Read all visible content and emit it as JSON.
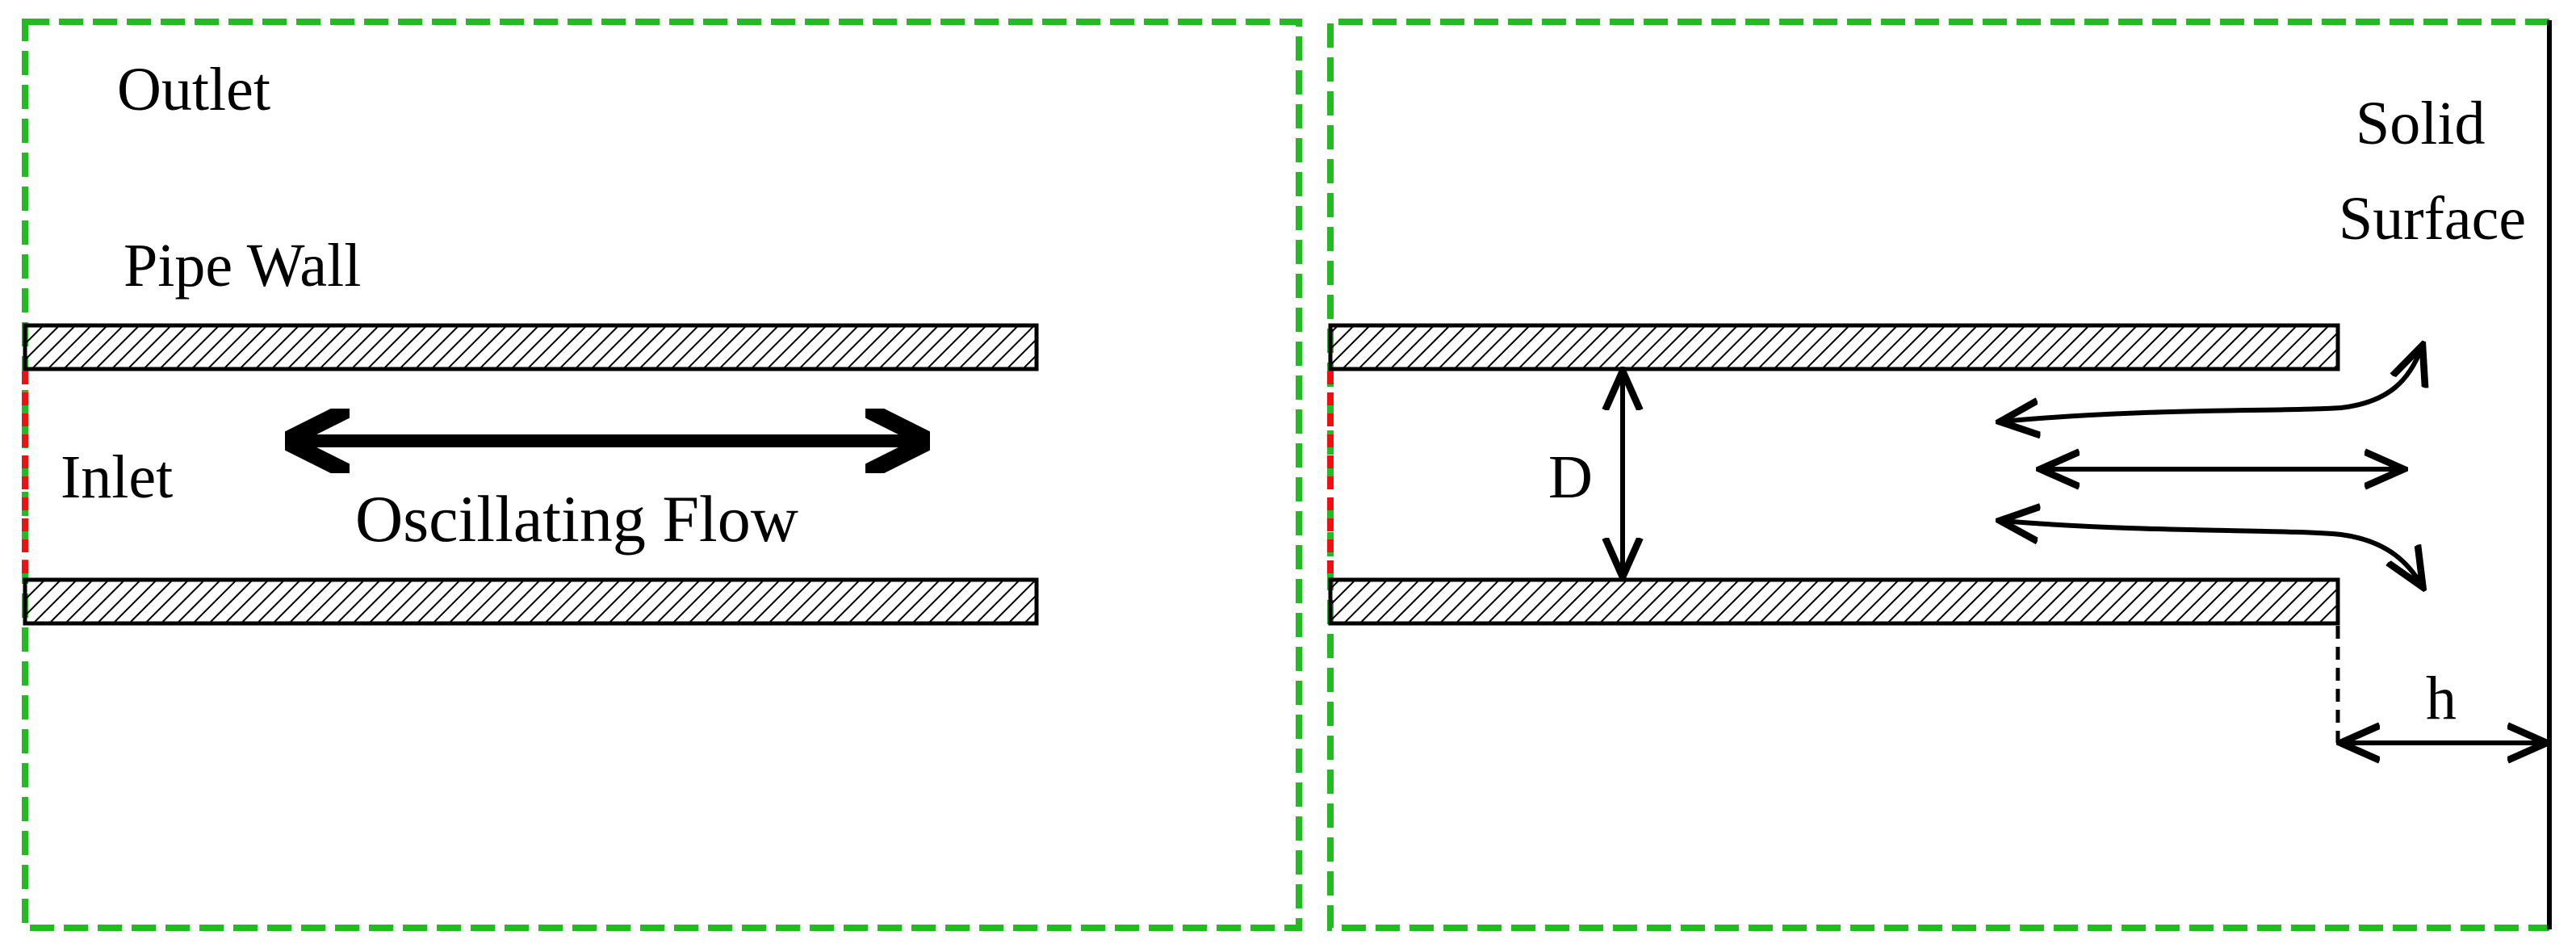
{
  "labels": {
    "outlet": "Outlet",
    "pipe_wall": "Pipe Wall",
    "inlet": "Inlet",
    "oscillating_flow": "Oscillating Flow",
    "diameter": "D",
    "solid_surface_line1": "Solid",
    "solid_surface_line2": "Surface",
    "gap": "h"
  },
  "colors": {
    "outlet_boundary": "#22bb22",
    "inlet_boundary": "#ee1111",
    "wall_hatch": "#000000",
    "line": "#000000"
  }
}
